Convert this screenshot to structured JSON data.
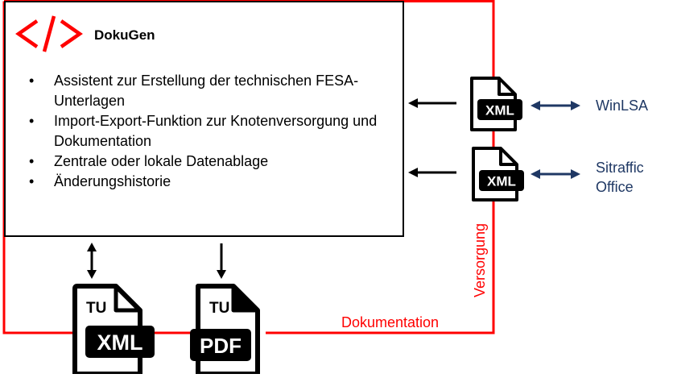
{
  "colors": {
    "frame": "#ff0000",
    "box_border": "#000000",
    "accent_logo": "#ff0000",
    "external_link": "#1f3864",
    "text": "#000000"
  },
  "app": {
    "logo_icon": "code-brackets-icon",
    "logo_glyph": "</>",
    "title": "DokuGen"
  },
  "features": [
    {
      "bullet": "•",
      "lines": "Assistent zur Erstellung der technischen FESA-Unterlagen"
    },
    {
      "bullet": "•",
      "lines": "Import-Export-Funktion zur Knotenversorgung und Dokumentation"
    },
    {
      "bullet": "•",
      "lines": "Zentrale oder lokale Datenablage"
    },
    {
      "bullet": "•",
      "lines": "Änderungshistorie"
    }
  ],
  "external_systems": [
    {
      "name": "WinLSA",
      "file_badge": "XML",
      "file_icon": "xml-file-icon"
    },
    {
      "name": "Sitraffic Office",
      "name_line1": "Sitraffic",
      "name_line2": "Office",
      "file_badge": "XML",
      "file_icon": "xml-file-icon"
    }
  ],
  "outputs": [
    {
      "label": "TU",
      "badge": "XML",
      "icon": "xml-file-icon",
      "arrow": "bidirectional"
    },
    {
      "label": "TU",
      "badge": "PDF",
      "icon": "pdf-file-icon",
      "arrow": "down"
    }
  ],
  "frame_labels": {
    "bottom": "Dokumentation",
    "right": "Versorgung"
  }
}
